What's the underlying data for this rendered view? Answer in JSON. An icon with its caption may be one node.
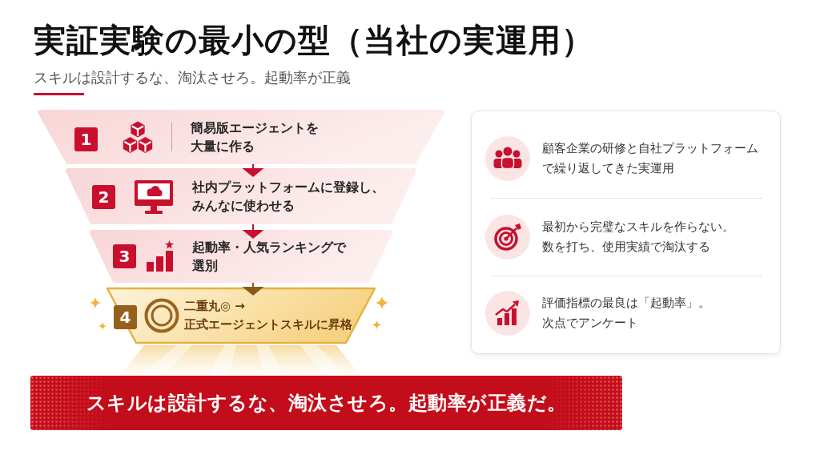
{
  "diagram": {
    "title": "実証実験の最小の型（当社の実運用）",
    "nodes": [
      {
        "text": [
          "1",
          "簡易版エージェントを大量に作る"
        ]
      },
      {
        "text": [
          "2",
          "社内プラットフォームに登録し、みんなに使わせる"
        ]
      },
      {
        "text": [
          "3",
          "起動率・人気ランキングで選別"
        ]
      },
      {
        "text": [
          "4",
          "二重丸◎ → 正式エージェントスキルに昇格"
        ]
      },
      {
        "text": [
          "顧客企業の研修と自社プラットフォームで繰り返してきた実運用",
          "最初から完璧なスキルを作らない。数を打ち、使用実績で淘汰する",
          "評価指標の最良は「起動率」。次点でアンケート"
        ]
      },
      {
        "text": [
          "スキルは設計するな、淘汰させろ。起動率が正義だ。"
        ]
      }
    ],
    "edges": [
      {
        "from": 0,
        "to": 1,
        "arrow": "to"
      },
      {
        "from": 1,
        "to": 2,
        "arrow": "to"
      },
      {
        "from": 2,
        "to": 3,
        "arrow": "to",
        "color": "#8b5a1a"
      }
    ],
    "labels": [
      "スキルは設計するな、淘汰させろ。起動率が正義"
    ]
  }
}
